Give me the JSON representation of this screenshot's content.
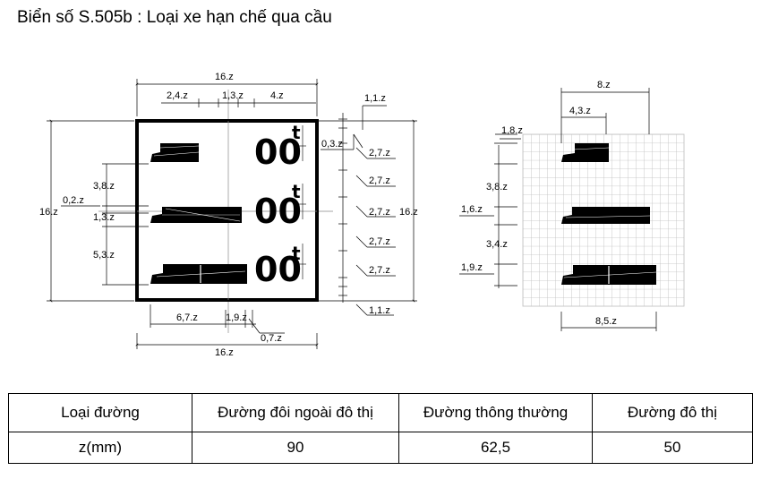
{
  "title": "Biển số S.505b : Loại xe hạn chế qua cầu",
  "left_figure": {
    "sign_text": [
      "00",
      "00",
      "00"
    ],
    "unit": [
      "t",
      "t",
      "t"
    ],
    "dims": {
      "overall_width_top": "16.z",
      "top_a": "2,4.z",
      "top_b": "1,3.z",
      "top_c": "4.z",
      "right_top": "1,1.z",
      "right_c": "0,3.z",
      "right_spacings": [
        "2,7.z",
        "2,7.z",
        "2,7.z",
        "2,7.z",
        "2,7.z"
      ],
      "right_bottom": "1,1.z",
      "right_height": "16.z",
      "left_height": "16.z",
      "left_a": "3,8.z",
      "left_b": "0,2.z",
      "left_c": "1,3.z",
      "left_d": "5,3.z",
      "bottom_a": "6,7.z",
      "bottom_b": "1,9.z",
      "bottom_c": "0,7.z",
      "overall_width_bottom": "16.z"
    }
  },
  "right_figure": {
    "dims": {
      "top_width": "8.z",
      "top_inner": "4,3.z",
      "left_top": "1,8.z",
      "left_gap1": "3,8.z",
      "left_truck2": "1,6.z",
      "left_gap2": "3,4.z",
      "left_truck3": "1,9.z",
      "bottom_width": "8,5.z"
    }
  },
  "table": {
    "header": [
      "Loại đường",
      "Đường đôi ngoài đô thị",
      "Đường thông thường",
      "Đường đô thị"
    ],
    "row": [
      "z(mm)",
      "90",
      "62,5",
      "50"
    ]
  }
}
